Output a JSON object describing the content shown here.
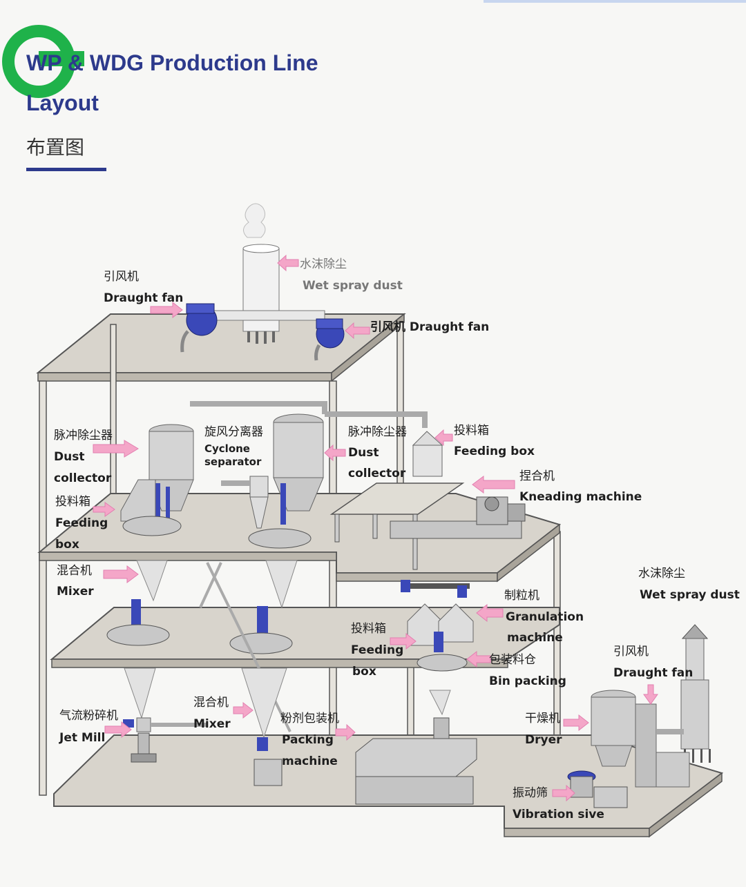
{
  "header": {
    "title_line1": "WP & WDG Production Line",
    "title_line2": "Layout",
    "subtitle": "布置图"
  },
  "labels": {
    "wet_spray_top_zh": "水沫除尘",
    "wet_spray_top_en": "Wet spray dust",
    "draught_fan_left_zh": "引风机",
    "draught_fan_left_en": "Draught fan",
    "draught_fan_right": "引风机 Draught fan",
    "dust_collector_left_zh": "脉冲除尘器",
    "dust_collector_left_en1": "Dust",
    "dust_collector_left_en2": "collector",
    "cyclone_zh": "旋风分离器",
    "cyclone_en1": "Cyclone",
    "cyclone_en2": "separator",
    "dust_collector_right_zh": "脉冲除尘器",
    "dust_collector_right_en1": "Dust",
    "dust_collector_right_en2": "collector",
    "feeding_box_top_zh": "投料箱",
    "feeding_box_top_en": "Feeding box",
    "kneading_zh": "捏合机",
    "kneading_en": "Kneading machine",
    "feeding_box_left_zh": "投料箱",
    "feeding_box_left_en1": "Feeding",
    "feeding_box_left_en2": "box",
    "mixer_upper_zh": "混合机",
    "mixer_upper_en": "Mixer",
    "granulation_zh": "制粒机",
    "granulation_en1": "Granulation",
    "granulation_en2": "machine",
    "feeding_box_mid_zh": "投料箱",
    "feeding_box_mid_en1": "Feeding",
    "feeding_box_mid_en2": "box",
    "bin_packing_zh": "包装料仓",
    "bin_packing_en": "Bin packing",
    "wet_spray_right_zh": "水沫除尘",
    "wet_spray_right_en": "Wet spray dust",
    "draught_fan_lower_zh": "引风机",
    "draught_fan_lower_en": "Draught fan",
    "jet_mill_zh": "气流粉碎机",
    "jet_mill_en": "Jet Mill",
    "mixer_lower_zh": "混合机",
    "mixer_lower_en": "Mixer",
    "packing_zh": "粉剂包装机",
    "packing_en1": "Packing",
    "packing_en2": "machine",
    "dryer_zh": "干燥机",
    "dryer_en": "Dryer",
    "vibration_zh": "振动筛",
    "vibration_en": "Vibration sive"
  },
  "colors": {
    "title": "#2d3a8c",
    "frame": "#d2cfc8",
    "frame_edge": "#5a5a5a",
    "arrow": "#f4a6c8",
    "motor": "#3a48b8",
    "logo": "#1fb24a"
  }
}
